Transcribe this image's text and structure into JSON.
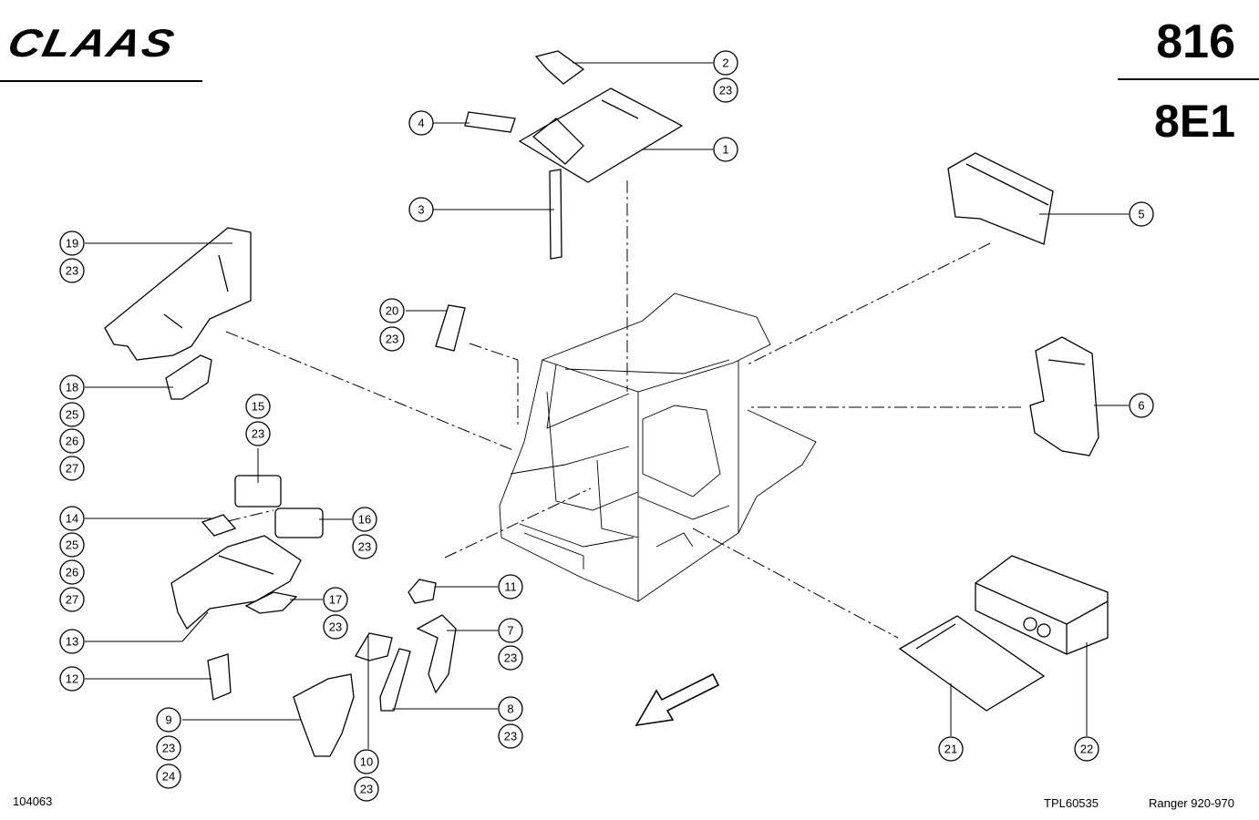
{
  "header": {
    "brand": "CLAAS",
    "page_number": "816",
    "section_code": "8E1"
  },
  "footer": {
    "drawing_id": "104063",
    "reference": "TPL60535",
    "model": "Ranger 920-970"
  },
  "callouts": [
    {
      "id": "c1",
      "label": "1"
    },
    {
      "id": "c2",
      "label": "2"
    },
    {
      "id": "c2b",
      "label": "23"
    },
    {
      "id": "c3",
      "label": "3"
    },
    {
      "id": "c4",
      "label": "4"
    },
    {
      "id": "c5",
      "label": "5"
    },
    {
      "id": "c6",
      "label": "6"
    },
    {
      "id": "c7",
      "label": "7"
    },
    {
      "id": "c7b",
      "label": "23"
    },
    {
      "id": "c8",
      "label": "8"
    },
    {
      "id": "c8b",
      "label": "23"
    },
    {
      "id": "c9",
      "label": "9"
    },
    {
      "id": "c9b",
      "label": "23"
    },
    {
      "id": "c9c",
      "label": "24"
    },
    {
      "id": "c10",
      "label": "10"
    },
    {
      "id": "c10b",
      "label": "23"
    },
    {
      "id": "c11",
      "label": "11"
    },
    {
      "id": "c12",
      "label": "12"
    },
    {
      "id": "c13",
      "label": "13"
    },
    {
      "id": "c14",
      "label": "14"
    },
    {
      "id": "c14b",
      "label": "25"
    },
    {
      "id": "c14c",
      "label": "26"
    },
    {
      "id": "c14d",
      "label": "27"
    },
    {
      "id": "c15",
      "label": "15"
    },
    {
      "id": "c15b",
      "label": "23"
    },
    {
      "id": "c16",
      "label": "16"
    },
    {
      "id": "c16b",
      "label": "23"
    },
    {
      "id": "c17",
      "label": "17"
    },
    {
      "id": "c17b",
      "label": "23"
    },
    {
      "id": "c18",
      "label": "18"
    },
    {
      "id": "c18b",
      "label": "25"
    },
    {
      "id": "c18c",
      "label": "26"
    },
    {
      "id": "c18d",
      "label": "27"
    },
    {
      "id": "c19",
      "label": "19"
    },
    {
      "id": "c19b",
      "label": "23"
    },
    {
      "id": "c20",
      "label": "20"
    },
    {
      "id": "c20b",
      "label": "23"
    },
    {
      "id": "c21",
      "label": "21"
    },
    {
      "id": "c22",
      "label": "22"
    }
  ]
}
